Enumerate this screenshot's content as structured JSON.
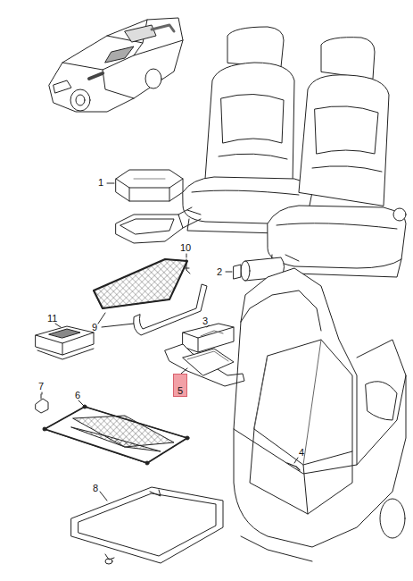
{
  "diagram": {
    "nodes": [
      {
        "text": [
          "5"
        ]
      }
    ],
    "labels": [
      "1",
      "10",
      "2",
      "9",
      "11",
      "3",
      "7",
      "6",
      "4",
      "8"
    ]
  }
}
